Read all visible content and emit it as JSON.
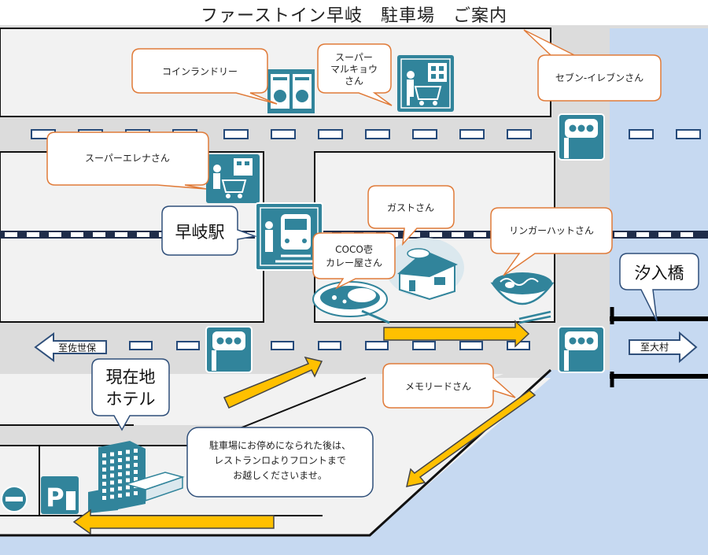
{
  "title": "ファーストイン早岐　駐車場　ご案内",
  "colors": {
    "block": "#f2f2f2",
    "road": "#dcdcdc",
    "water": "#c6d9f1",
    "sign": "#31849b",
    "arrow": "#ffc000",
    "dash": "#254a7a",
    "callout_border": "#e07b39"
  },
  "labels": {
    "coin_laundry": "コインランドリー",
    "super_maru_1": "スーパー",
    "super_maru_2": "マルキョウ",
    "super_maru_3": "さん",
    "seven_eleven": "セブン-イレブンさん",
    "super_elena": "スーパーエレナさん",
    "gusto": "ガストさん",
    "ringer_hut": "リンガーハットさん",
    "coco_1": "COCO壱",
    "coco_2": "カレー屋さん",
    "station": "早岐駅",
    "shionyu_bridge": "汐入橋",
    "to_sasebo": "至佐世保",
    "to_omura": "至大村",
    "memoried": "メモリードさん",
    "current_1": "現在地",
    "current_2": "ホテル",
    "note_1": "駐車場にお停めになられた後は、",
    "note_2": "レストランロよりフロントまで",
    "note_3": "お越しくださいませ。",
    "parking": "P"
  },
  "icons": [
    "laundry-icon",
    "supermarket-icon",
    "traffic-light-icon",
    "train-station-icon",
    "curry-icon",
    "restaurant-icon",
    "ramen-icon",
    "hotel-icon",
    "parking-icon",
    "no-entry-icon"
  ]
}
